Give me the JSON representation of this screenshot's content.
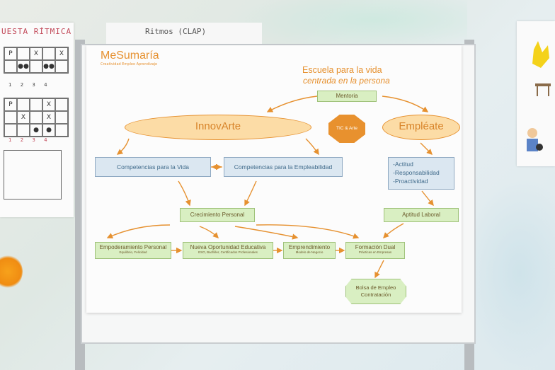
{
  "wall": {
    "left_sheet_title": "UESTA RÍTMICA",
    "top_sheet_text": "Ritmos   (CLAP)",
    "grid1_row1": [
      "P",
      "",
      "X",
      "",
      "X"
    ],
    "grid1_row2": [
      "",
      "●●",
      "",
      "●●",
      ""
    ],
    "grid1_nums": [
      "1",
      "2",
      "3",
      "4"
    ],
    "grid2_row1": [
      "P",
      "",
      "",
      "X",
      ""
    ],
    "grid2_row2": [
      "",
      "X",
      "",
      "X",
      ""
    ],
    "grid2_row3": [
      "",
      "",
      "●",
      "●",
      ""
    ],
    "grid2_nums": [
      "1",
      "2",
      "3",
      "4"
    ]
  },
  "poster": {
    "logo_name": "MeSumaría",
    "logo_tagline": "Creatividad Empleo Aprendizaje",
    "heading_line1": "Escuela para la vida",
    "heading_line2": "centrada en la persona",
    "mentoria": "Mentoria",
    "innovarte": "InnovArte",
    "tic_arte": "TIC & Arte",
    "empleate": "Empléate",
    "competencias_vida": "Competencias para la Vida",
    "competencias_empleabilidad": "Competencias para  la Empleabilidad",
    "aptitudes": [
      "-Actitud",
      "-Responsabilidad",
      "-Proactividad"
    ],
    "crecimiento": "Crecimiento Personal",
    "aptitud_laboral": "Aptitud Laboral",
    "empoderamiento": "Empoderamiento Personal",
    "empoderamiento_sub": "Equilibrio, Felicidad",
    "oportunidad": "Nueva Oportunidad Educativa",
    "oportunidad_sub": "ESO, Bachiller, Certificados Profesionales",
    "emprendimiento": "Emprendimiento",
    "emprendimiento_sub": "Modelo de Negocio",
    "formacion": "Formación Dual",
    "formacion_sub": "Prácticas en Empresas",
    "bolsa_line1": "Bolsa de Empleo",
    "bolsa_line2": "Contratación"
  },
  "colors": {
    "orange": "#e69130",
    "green_fill": "#d9efc2",
    "blue_fill": "#dbe7f1",
    "oval_fill": "#fcdca6"
  }
}
